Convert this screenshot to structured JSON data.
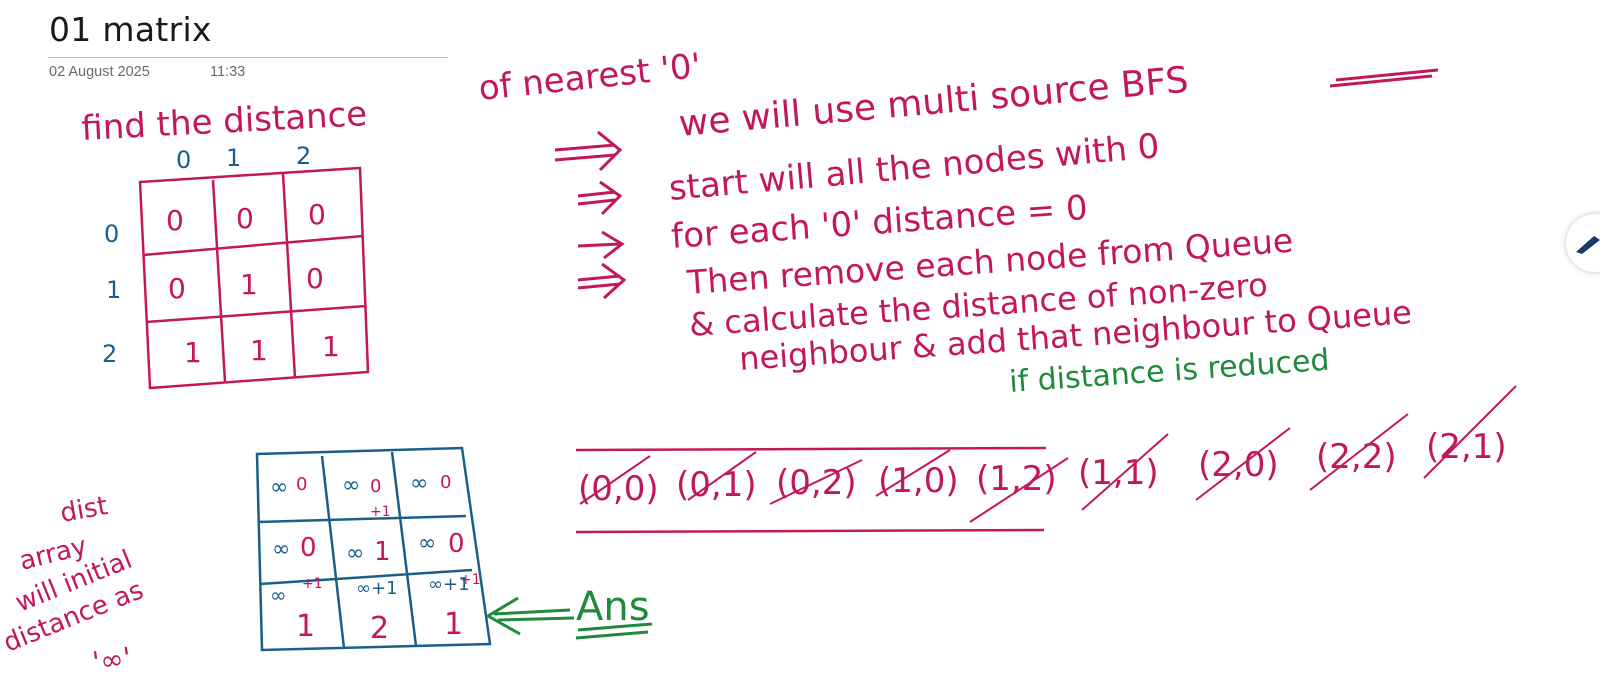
{
  "page": {
    "title": "01 matrix",
    "date": "02 August 2025",
    "time": "11:33"
  },
  "colors": {
    "pink": "#c2185b",
    "blue": "#1a5f8a",
    "green": "#1e8a3a"
  },
  "notes": {
    "problem_line1": "find the distance",
    "problem_line2": "of nearest '0'",
    "approach": "we will use multi source BFS",
    "steps": [
      "start will all the nodes with 0",
      "for each '0' distance = 0",
      "Then remove each node from Queue",
      "& calculate the distance of non-zero",
      "neighbour & add that neighbour to Queue"
    ],
    "condition": "if distance is reduced"
  },
  "input_grid": {
    "col_headers": [
      "0",
      "1",
      "2"
    ],
    "row_headers": [
      "0",
      "1",
      "2"
    ],
    "cells": [
      [
        "0",
        "0",
        "0"
      ],
      [
        "0",
        "1",
        "0"
      ],
      [
        "1",
        "1",
        "1"
      ]
    ]
  },
  "dist_grid": {
    "note_lines": [
      "dist",
      "array",
      "will initial",
      "distance as",
      "'∞'"
    ],
    "initial": [
      [
        "∞",
        "∞",
        "∞"
      ],
      [
        "∞",
        "∞",
        "∞"
      ],
      [
        "∞",
        "∞+1",
        "∞+1"
      ]
    ],
    "plus_one": [
      "+1",
      "+1",
      "+1"
    ],
    "final": [
      [
        "0",
        "0",
        "0"
      ],
      [
        "0",
        "1",
        "0"
      ],
      [
        "1",
        "2",
        "1"
      ]
    ],
    "answer_label": "Ans"
  },
  "queue": {
    "items": [
      "(0,0)",
      "(0,1)",
      "(0,2)",
      "(1,0)",
      "(1,2)",
      "(1,1)",
      "(2,0)",
      "(2,2)",
      "(2,1)"
    ]
  },
  "toolbar": {
    "pen_icon": "pen-icon"
  }
}
